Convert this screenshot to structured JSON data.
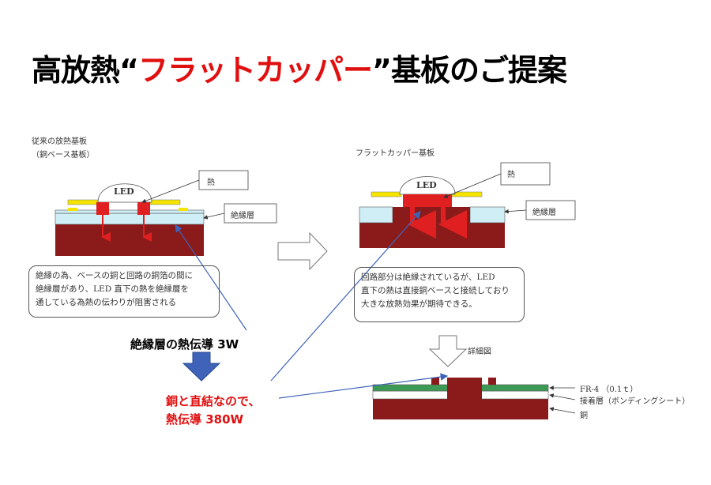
{
  "title": {
    "part1": "高放熱“",
    "accent": "フラットカッパー",
    "part2": "”基板のご提案"
  },
  "left": {
    "heading1": "従来の放熱基板",
    "heading2": "（銅ベース基板）",
    "led": "LED",
    "heat_label": "熱",
    "insulation_label": "絶縁層",
    "box_lines": [
      "絶縁の為、ベースの銅と回路の銅箔の間に",
      "絶縁層があり、LED 直下の熱を絶縁層を",
      "通している為熱の伝わりが阻害される"
    ]
  },
  "right": {
    "heading": "フラットカッパー基板",
    "led": "LED",
    "heat_label": "熱",
    "insulation_label": "絶縁層",
    "box_lines": [
      "回路部分は絶縁されているが、LED",
      "直下の熱は直接銅ベースと接続しており",
      "大きな放熱効果が期待できる。"
    ],
    "detail_label": "詳細図"
  },
  "detail": {
    "fr4": "FR-4 （0.1ｔ）",
    "adhesive": "接着層（ボンディングシート）",
    "copper": "銅"
  },
  "notes": {
    "insulation_conductivity": "絶縁層の熱伝導 3W",
    "direct_line1": "銅と直結なので、",
    "direct_line2": "熱伝導 380W"
  },
  "colors": {
    "accent": "#e01010",
    "copper": "#8b1a1a",
    "insulation": "#cfeef6",
    "led": "#e02020",
    "pad": "#f5e400",
    "board_green": "#3d9a55",
    "arrow_blue": "#3e63b8"
  }
}
